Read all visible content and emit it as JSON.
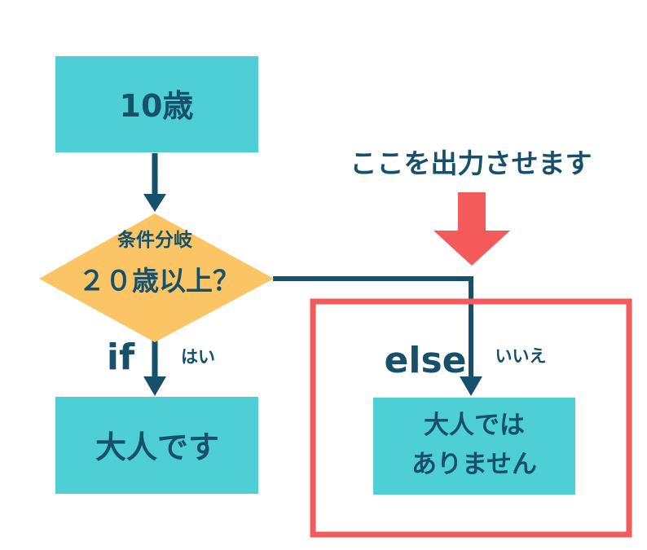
{
  "nodes": {
    "start": {
      "text": "10歳"
    },
    "decision": {
      "caption": "条件分岐",
      "question": "２０歳以上？"
    },
    "yes_result": {
      "text": "大人です"
    },
    "no_result": {
      "line1": "大人では",
      "line2": "ありません"
    }
  },
  "branches": {
    "yes": {
      "keyword": "if",
      "answer": "はい"
    },
    "no": {
      "keyword": "else",
      "answer": "いいえ"
    }
  },
  "callout": {
    "text": "ここを出力させます"
  },
  "colors": {
    "box": "#4ecfd5",
    "diamond": "#fbc566",
    "line": "#17506b",
    "highlight": "#f45a5a",
    "text": "#17506b"
  }
}
